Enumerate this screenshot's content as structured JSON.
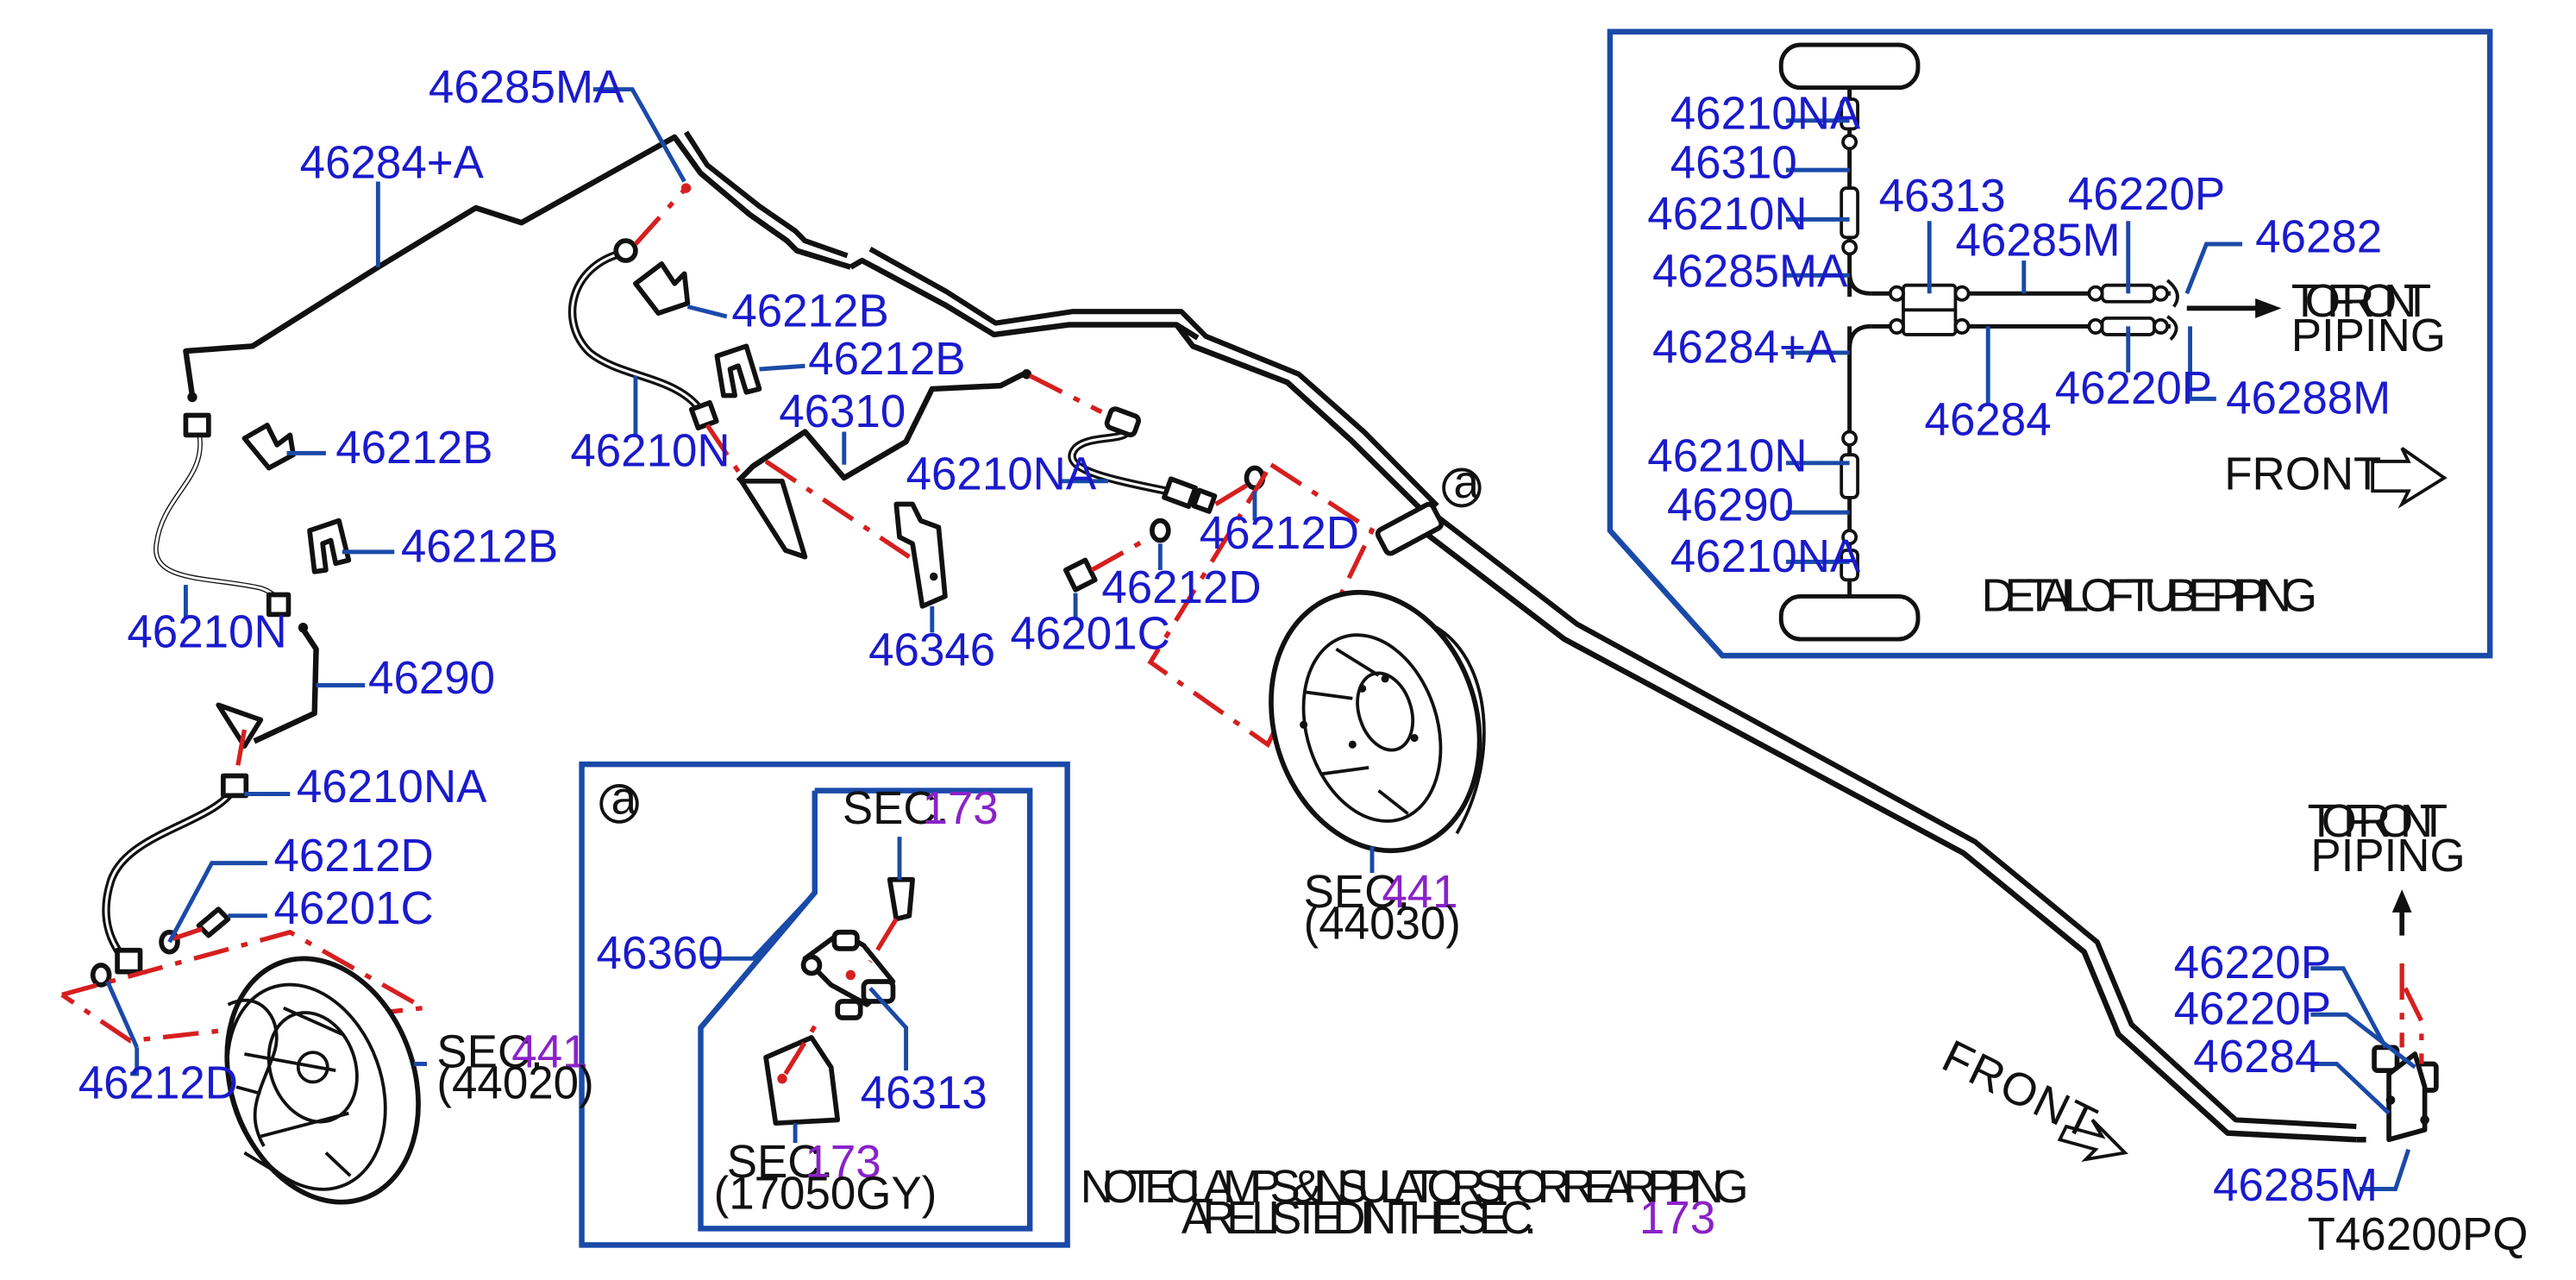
{
  "diagram_code": "T46200PQ",
  "note": {
    "line1": "NOTE:CLAMPS & INSULATORS FOR REAR PIPING",
    "line2_prefix": "ARE LISTED IN THE SEC.",
    "line2_ref": "173"
  },
  "front_label": "FRONT",
  "to_front_piping": {
    "line1": "TO FRONT",
    "line2": "PIPING"
  },
  "callouts": {
    "p_46285MA": "46285MA",
    "p_46284A": "46284+A",
    "p_46212B_1": "46212B",
    "p_46212B_2": "46212B",
    "p_46212B_3": "46212B",
    "p_46212B_4": "46212B",
    "p_46210N_left": "46210N",
    "p_46210N_center": "46210N",
    "p_46290": "46290",
    "p_46210NA_left": "46210NA",
    "p_46210NA_center": "46210NA",
    "p_46212D_a": "46212D",
    "p_46212D_b": "46212D",
    "p_46212D_c": "46212D",
    "p_46212D_d": "46212D",
    "p_46201C_left": "46201C",
    "p_46201C_center": "46201C",
    "p_46310": "46310",
    "p_46346": "46346",
    "p_46360": "46360",
    "p_46313": "46313",
    "p_46220P_1": "46220P",
    "p_46220P_2": "46220P",
    "p_46284": "46284",
    "p_46285M": "46285M"
  },
  "sections": {
    "left_backing_plate": {
      "prefix": "SEC.",
      "num": "441",
      "code": "(44020)"
    },
    "right_backing_plate": {
      "prefix": "SEC.",
      "num": "441",
      "code": "(44030)"
    },
    "inset_bolt": {
      "prefix": "SEC.",
      "num": "173"
    },
    "inset_bracket": {
      "prefix": "SEC.",
      "num": "173",
      "code": "(17050GY)"
    }
  },
  "circle_ref": "a",
  "detail": {
    "title": "DETAIL OF TUBE PIPING",
    "front": "FRONT",
    "to_front_piping": {
      "line1": "TO FRONT",
      "line2": "PIPING"
    },
    "labels": {
      "d_46210NA_top": "46210NA",
      "d_46310": "46310",
      "d_46210N_top": "46210N",
      "d_46285MA": "46285MA",
      "d_46284A": "46284+A",
      "d_46210N_bottom": "46210N",
      "d_46290": "46290",
      "d_46210NA_bottom": "46210NA",
      "d_46313": "46313",
      "d_46285M": "46285M",
      "d_46220P_top": "46220P",
      "d_46282": "46282",
      "d_46284": "46284",
      "d_46220P_bottom": "46220P",
      "d_46288M": "46288M"
    }
  },
  "colors": {
    "part_number": "#1a1acc",
    "section_number": "#8a22c8",
    "leader": "#1a4aa8",
    "dashed_link": "#d61f1f"
  }
}
